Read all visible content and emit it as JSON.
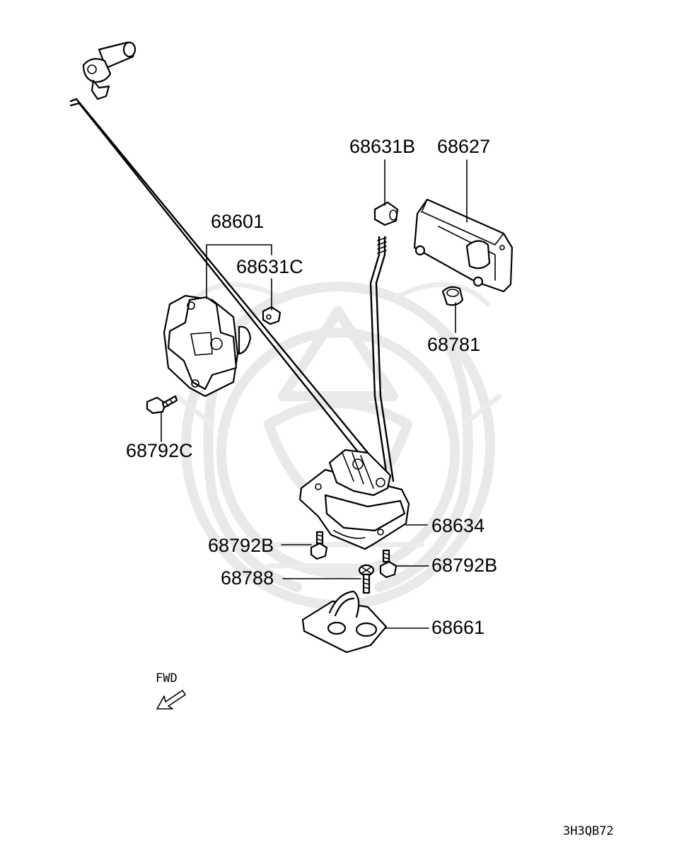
{
  "labels": {
    "p68601": "68601",
    "p68631C": "68631C",
    "p68792C": "68792C",
    "p68631B": "68631B",
    "p68627": "68627",
    "p68781": "68781",
    "p68634": "68634",
    "p68792B_left": "68792B",
    "p68792B_right": "68792B",
    "p68788": "68788",
    "p68661": "68661"
  },
  "direction": {
    "label": "FWD",
    "icon": "fwd-arrow-icon"
  },
  "diagram_code": "3H3QB72",
  "watermark": {
    "icon": "crest-watermark-icon",
    "color": "#e9e9e9"
  }
}
